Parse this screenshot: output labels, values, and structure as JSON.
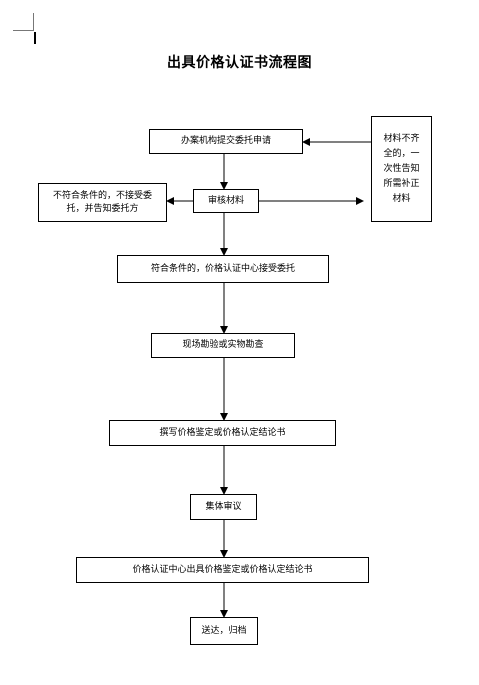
{
  "title": "出具价格认证书流程图",
  "steps": {
    "apply": "办案机构提交委托申请",
    "review": "审核材料",
    "accept": "符合条件的，价格认证中心接受委托",
    "survey": "现场勘验或实物勘查",
    "draft": "撰写价格鉴定或价格认定结论书",
    "collective": "集体审议",
    "issue": "价格认证中心出具价格鉴定或价格认定结论书",
    "deliver": "送达，归档"
  },
  "side": {
    "reject_line1": "不符合条件的，不接受委",
    "reject_line2": "托，并告知委托方",
    "supplement_line1": "材料不齐",
    "supplement_line2": "全的，一",
    "supplement_line3": "次性告知",
    "supplement_line4": "所需补正",
    "supplement_line5": "材料"
  }
}
